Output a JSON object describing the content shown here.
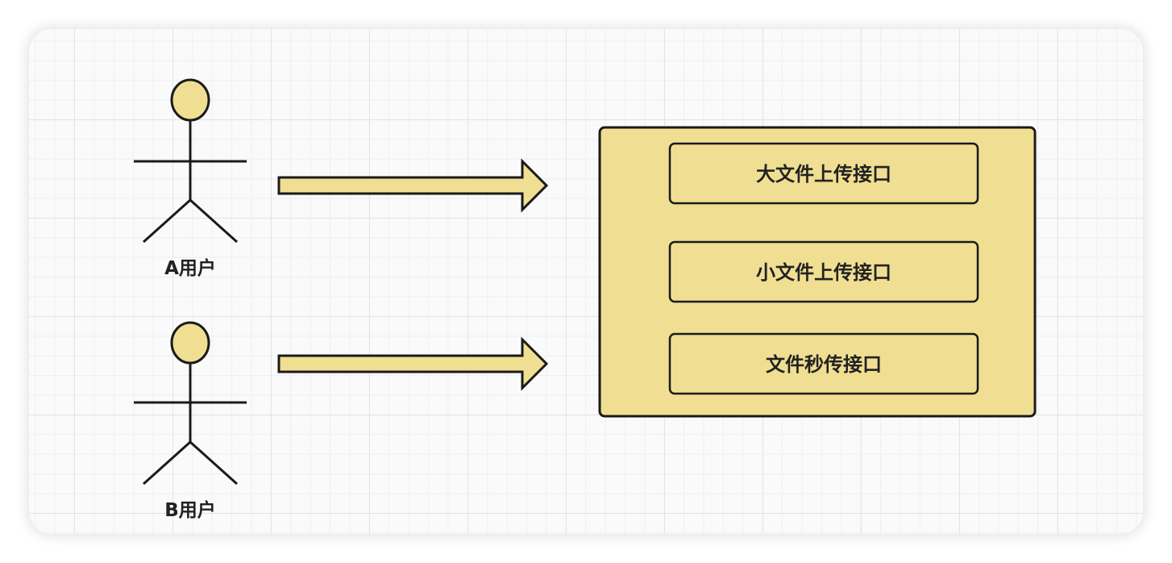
{
  "actors": [
    {
      "label": "A用户"
    },
    {
      "label": "B用户"
    }
  ],
  "service_interfaces": [
    {
      "label": "大文件上传接口"
    },
    {
      "label": "小文件上传接口"
    },
    {
      "label": "文件秒传接口"
    }
  ],
  "colors": {
    "fill": "#f0df92",
    "stroke": "#1a1a1a",
    "grid_background": "#fafafa"
  }
}
